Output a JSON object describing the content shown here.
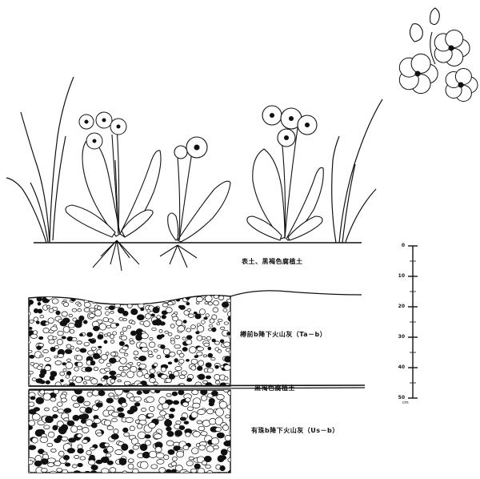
{
  "labels": {
    "topsoil": "表土、黒褐色腐植土",
    "tarumae_ash": "樽前b降下火山灰（Ta－b）",
    "black_humus": "黒褐色腐植土",
    "usu_ash": "有珠b降下火山灰（Us－b）"
  },
  "scale": {
    "ticks": [
      "0",
      "10",
      "20",
      "30",
      "40",
      "50"
    ],
    "unit": "cm"
  },
  "colors": {
    "ink": "#111111",
    "paper": "#ffffff"
  }
}
